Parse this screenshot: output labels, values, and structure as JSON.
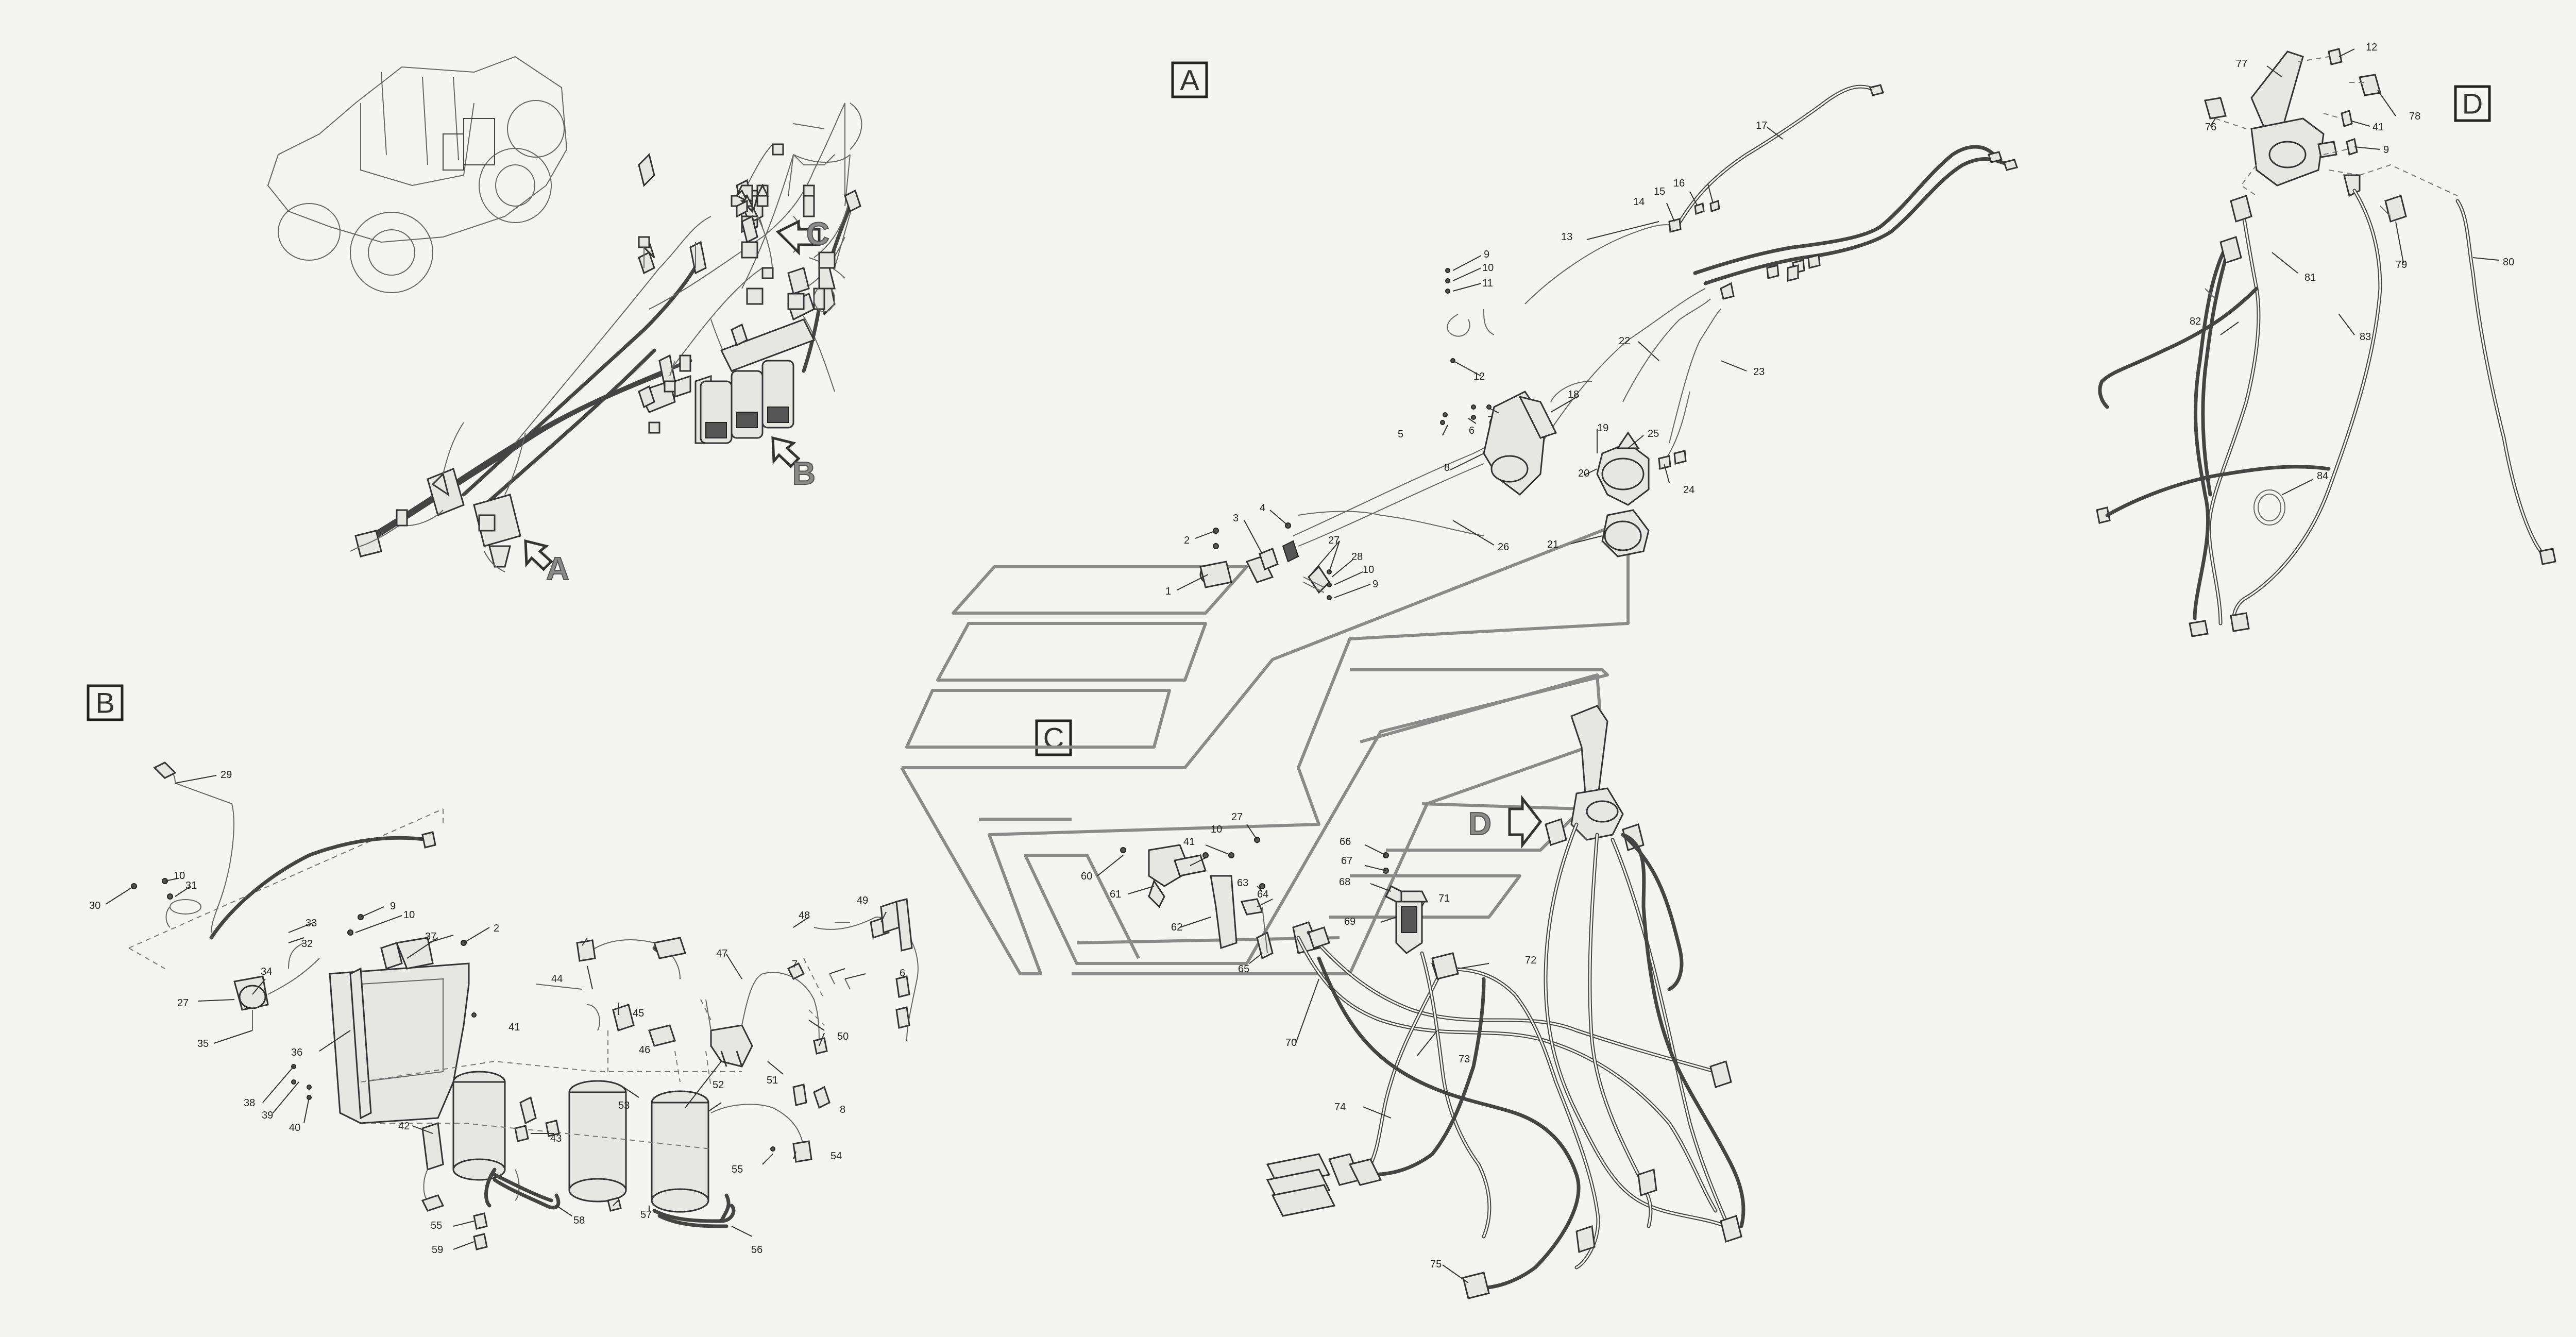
{
  "section_labels": {
    "A": "A",
    "B": "B",
    "C": "C",
    "D": "D"
  },
  "overview_labels": {
    "A": "A",
    "B": "B",
    "C": "C",
    "D": "D"
  },
  "callouts": {
    "n1": "1",
    "n2": "2",
    "n3": "3",
    "n4": "4",
    "n5": "5",
    "n6": "6",
    "n7": "7",
    "n8": "8",
    "n9": "9",
    "n10": "10",
    "n11": "11",
    "n12": "12",
    "n13": "13",
    "n14": "14",
    "n15": "15",
    "n16": "16",
    "n17": "17",
    "n18": "18",
    "n19": "19",
    "n20": "20",
    "n21": "21",
    "n22": "22",
    "n23": "23",
    "n24": "24",
    "n25": "25",
    "n26": "26",
    "n27": "27",
    "n28": "28",
    "n29": "29",
    "n30": "30",
    "n31": "31",
    "n32": "32",
    "n33": "33",
    "n34": "34",
    "n35": "35",
    "n36": "36",
    "n37": "37",
    "n38": "38",
    "n39": "39",
    "n40": "40",
    "n41": "41",
    "n42": "42",
    "n43": "43",
    "n44": "44",
    "n45": "45",
    "n46": "46",
    "n47": "47",
    "n48": "48",
    "n49": "49",
    "n50": "50",
    "n51": "51",
    "n52": "52",
    "n53": "53",
    "n54": "54",
    "n55": "55",
    "n56": "56",
    "n57": "57",
    "n58": "58",
    "n59": "59",
    "n60": "60",
    "n61": "61",
    "n62": "62",
    "n63": "63",
    "n64": "64",
    "n65": "65",
    "n66": "66",
    "n67": "67",
    "n68": "68",
    "n69": "69",
    "n70": "70",
    "n71": "71",
    "n72": "72",
    "n73": "73",
    "n74": "74",
    "n75": "75",
    "n76": "76",
    "n77": "77",
    "n78": "78",
    "n79": "79",
    "n80": "80",
    "n81": "81",
    "n82": "82",
    "n83": "83",
    "n84": "84"
  }
}
